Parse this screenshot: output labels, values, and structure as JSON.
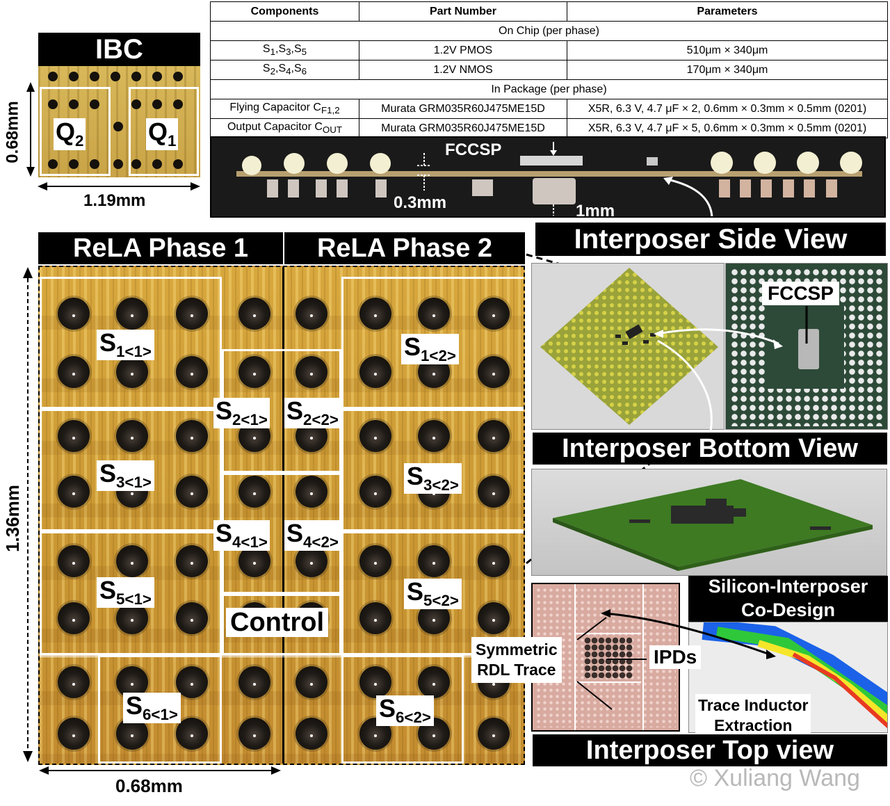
{
  "ibc": {
    "title": "IBC",
    "q2": "Q",
    "q2_sub": "2",
    "q1": "Q",
    "q1_sub": "1",
    "height": "0.68mm",
    "width": "1.19mm"
  },
  "table": {
    "headers": [
      "Components",
      "Part Number",
      "Parameters"
    ],
    "section_on_chip": "On Chip (per phase)",
    "section_package": "In Package (per phase)",
    "row1": {
      "c_pre": "S",
      "c_s1": "1",
      "c_m1": ",S",
      "c_s2": "3",
      "c_m2": ",S",
      "c_s3": "5",
      "part": "1.2V PMOS",
      "param": "510μm × 340μm"
    },
    "row2": {
      "c_pre": "S",
      "c_s1": "2",
      "c_m1": ",S",
      "c_s2": "4",
      "c_m2": ",S",
      "c_s3": "6",
      "part": "1.2V NMOS",
      "param": "170μm × 340μm"
    },
    "row3": {
      "c_pre": "Flying Capacitor C",
      "c_sub": "F1,2",
      "part": "Murata GRM035R60J475ME15D",
      "param": "X5R, 6.3 V, 4.7 μF × 2,  0.6mm × 0.3mm × 0.5mm (0201)"
    },
    "row4": {
      "c_pre": "Output Capacitor C",
      "c_sub": "OUT",
      "part": "Murata GRM035R60J475ME15D",
      "param": "X5R, 6.3 V, 4.7 μF × 5,  0.6mm × 0.3mm × 0.5mm (0201)"
    }
  },
  "side": {
    "fccsp": "FCCSP",
    "dim_03": "0.3mm",
    "dim_1": "1mm",
    "title": "Interposer Side View"
  },
  "rela": {
    "phase1": "ReLA Phase 1",
    "phase2": "ReLA Phase 2",
    "height": "1.36mm",
    "width": "0.68mm",
    "control": "Control",
    "s1a": {
      "main": "S",
      "sub": "1<1>"
    },
    "s1b": {
      "main": "S",
      "sub": "1<2>"
    },
    "s2a": {
      "main": "S",
      "sub": "2<1>"
    },
    "s2b": {
      "main": "S",
      "sub": "2<2>"
    },
    "s3a": {
      "main": "S",
      "sub": "3<1>"
    },
    "s3b": {
      "main": "S",
      "sub": "3<2>"
    },
    "s4a": {
      "main": "S",
      "sub": "4<1>"
    },
    "s4b": {
      "main": "S",
      "sub": "4<2>"
    },
    "s5a": {
      "main": "S",
      "sub": "5<1>"
    },
    "s5b": {
      "main": "S",
      "sub": "5<2>"
    },
    "s6a": {
      "main": "S",
      "sub": "6<1>"
    },
    "s6b": {
      "main": "S",
      "sub": "6<2>"
    }
  },
  "bottom": {
    "fccsp": "FCCSP",
    "title": "Interposer Bottom View"
  },
  "codesign": {
    "line1": "Silicon-Interposer",
    "line2": "Co-Design"
  },
  "top": {
    "symmetric1": "Symmetric",
    "symmetric2": "RDL Trace",
    "ipds": "IPDs",
    "trace1": "Trace Inductor",
    "trace2": "Extraction",
    "title": "Interposer Top view"
  },
  "watermark": "© Xuliang Wang",
  "colors": {
    "die_gold": "#c9a64a",
    "board_green": "#5f8a2c",
    "banner": "#000000"
  }
}
